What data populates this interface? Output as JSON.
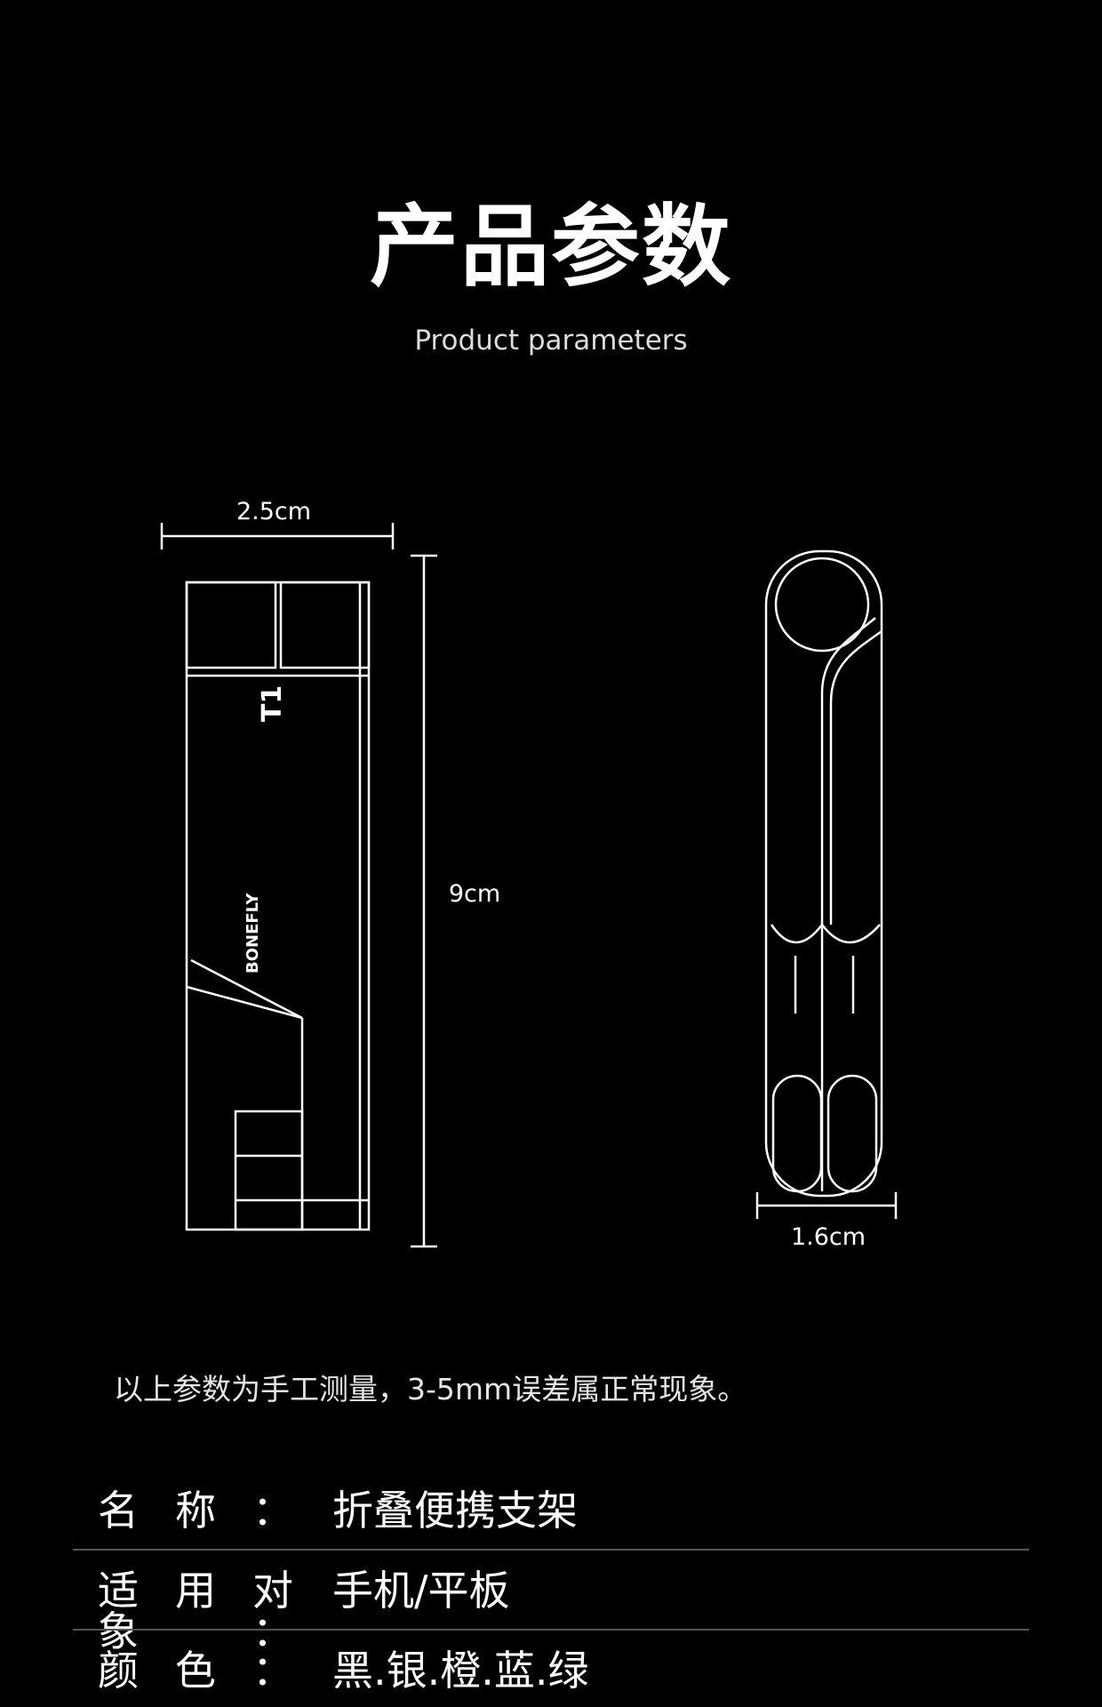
{
  "header": {
    "title": "产品参数",
    "subtitle": "Product parameters"
  },
  "diagram": {
    "width_label": "2.5cm",
    "height_label": "9cm",
    "depth_label": "1.6cm",
    "model_label": "T1",
    "engraving": "BONEFLY"
  },
  "note": "以上参数为手工测量，3-5mm误差属正常现象。",
  "specs": [
    {
      "label": "名称：",
      "value": "折叠便携支架"
    },
    {
      "label": "适用对象：",
      "value": "手机/平板"
    },
    {
      "label": "颜色：",
      "value": "黑.银.橙.蓝.绿"
    }
  ],
  "colors": {
    "background": "#000000",
    "line": "#ffffff",
    "divider": "#555555"
  }
}
